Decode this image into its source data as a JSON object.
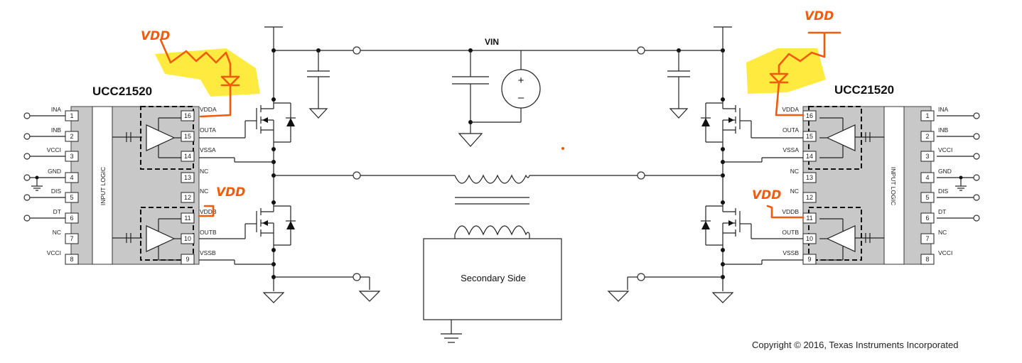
{
  "left_ic": {
    "title": "UCC21520",
    "logic_label": "INPUT LOGIC",
    "left_pins": [
      {
        "num": "1",
        "name": "INA"
      },
      {
        "num": "2",
        "name": "INB"
      },
      {
        "num": "3",
        "name": "VCCI"
      },
      {
        "num": "4",
        "name": "GND"
      },
      {
        "num": "5",
        "name": "DIS"
      },
      {
        "num": "6",
        "name": "DT"
      },
      {
        "num": "7",
        "name": "NC"
      },
      {
        "num": "8",
        "name": "VCCI"
      }
    ],
    "right_pins": [
      {
        "num": "16",
        "name": "VDDA"
      },
      {
        "num": "15",
        "name": "OUTA"
      },
      {
        "num": "14",
        "name": "VSSA"
      },
      {
        "num": "13",
        "name": "NC"
      },
      {
        "num": "12",
        "name": "NC"
      },
      {
        "num": "11",
        "name": "VDDB"
      },
      {
        "num": "10",
        "name": "OUTB"
      },
      {
        "num": "9",
        "name": "VSSB"
      }
    ]
  },
  "right_ic": {
    "title": "UCC21520",
    "logic_label": "INPUT LOGIC"
  },
  "vin_label": "VIN",
  "source_plus": "+",
  "source_minus": "–",
  "secondary_label": "Secondary Side",
  "annotations": {
    "left_top_vdd": "VDD",
    "left_mid_vdd": "VDD",
    "right_top_vdd": "VDD",
    "right_mid_vdd": "VDD"
  },
  "copyright": "Copyright © 2016, Texas Instruments Incorporated"
}
